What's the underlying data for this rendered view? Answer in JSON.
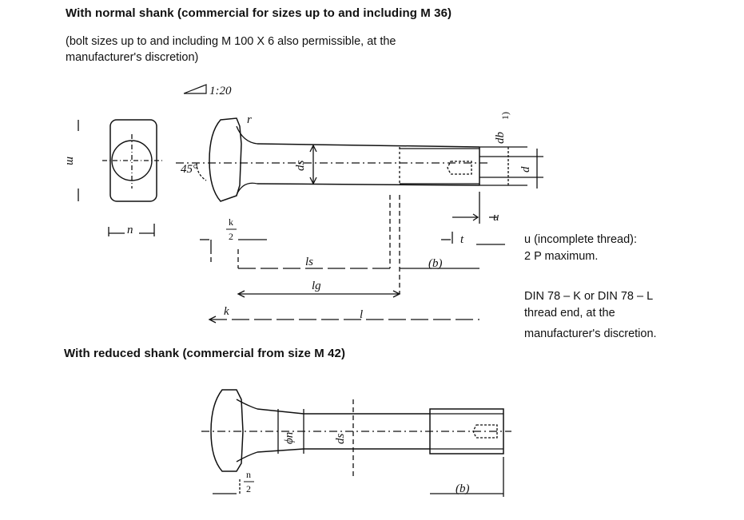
{
  "headings": {
    "normal_shank": "With normal shank (commercial for sizes up to and including M 36)",
    "normal_shank_note_1": "(bolt sizes up to and including M 100 X 6 also permissible, at the",
    "normal_shank_note_2": "manufacturer's discretion)",
    "reduced_shank": "With reduced shank (commercial from size M 42)"
  },
  "notes": {
    "u_line_1": "u (incomplete thread):",
    "u_line_2": "2 P maximum.",
    "din_line_1": "DIN 78 – K or DIN 78 – L",
    "din_line_2": "thread end, at the",
    "din_line_3": "manufacturer's discretion."
  },
  "labels": {
    "taper": "1:20",
    "radius": "r",
    "angle": "45°",
    "m": "m",
    "n": "n",
    "ds": "ds",
    "db": "db",
    "db_ref": "1)",
    "d": "d",
    "u": "u",
    "t": "t",
    "k_half_num": "k",
    "k_half_den": "2",
    "ls": "ls",
    "b": "(b)",
    "lg": "lg",
    "k": "k",
    "l": "l",
    "phi_n": "ϕn",
    "ds2": "ds",
    "n_half_num": "n",
    "n_half_den": "2",
    "b2": "(b)"
  }
}
